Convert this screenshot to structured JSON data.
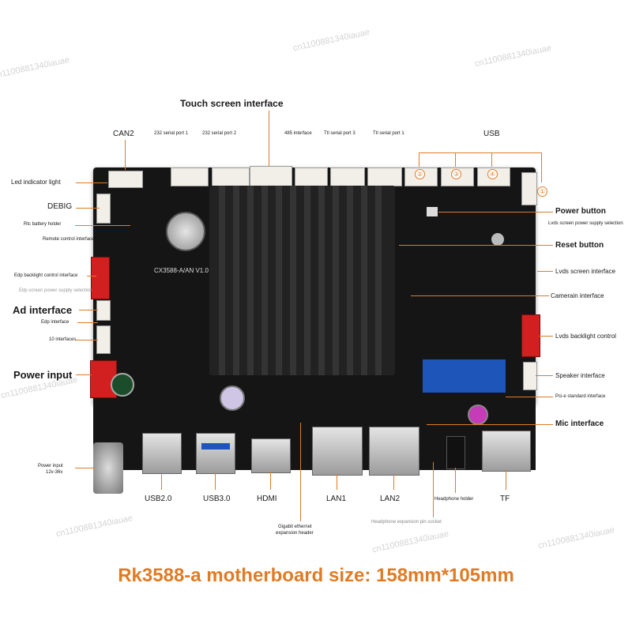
{
  "caption": "Rk3588-a motherboard size: 158mm*105mm",
  "watermark": "cn1100881340iauae",
  "board_silkscreen": "CX3588-A/AN V1.0",
  "labels": {
    "touch_screen": "Touch screen interface",
    "can2": "CAN2",
    "serial_232_1": "232 serial port 1",
    "serial_232_2": "232 serial port 2",
    "rs485": "485 interface",
    "ttl3": "Ttl serial port 3",
    "ttl1": "Ttl serial port 1",
    "usb": "USB",
    "led": "Led indicator light",
    "debug": "DEBIG",
    "rtc": "Rtc battery holder",
    "remote": "Remote control interface",
    "edp_backlight": "Edp backlight control interface",
    "edp_power": "Edp screen power supply selection",
    "ad": "Ad interface",
    "edp": "Edp interface",
    "io": "10 interfaces",
    "power_input": "Power input",
    "power_input_range_1": "Power input",
    "power_input_range_2": "12v-36v",
    "power_button": "Power button",
    "lvds_power": "Lvds screen power supply selection",
    "reset_button": "Reset button",
    "lvds_screen": "Lvds screen interface",
    "camera": "Camerain interface",
    "lvds_backlight": "Lvds backlight control",
    "speaker": "Speaker interface",
    "pcie": "Pci-e standard interface",
    "mic": "Mic interface",
    "usb20": "USB2.0",
    "usb30": "USB3.0",
    "hdmi": "HDMI",
    "lan1": "LAN1",
    "lan2": "LAN2",
    "tf": "TF",
    "headphone_holder": "Headphone holder",
    "headphone_socket": "Headphone expansion pin socket",
    "gigabit_1": "Gigabit ethernet",
    "gigabit_2": "expansion header"
  },
  "usb_markers": [
    "①",
    "②",
    "③",
    "④"
  ],
  "colors": {
    "accent": "#e07b24",
    "pcb": "#151515",
    "connector_red": "#d21f1f",
    "connector_white": "#f1efe8"
  }
}
